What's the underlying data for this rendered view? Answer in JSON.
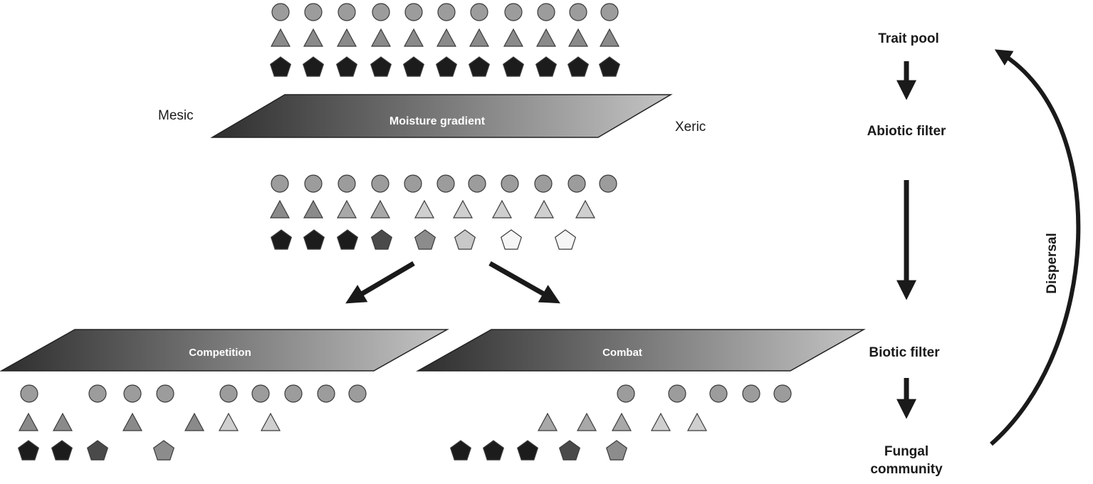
{
  "top_band": {
    "label": "Moisture gradient",
    "left_label": "Mesic",
    "right_label": "Xeric"
  },
  "competition_band": {
    "label": "Competition"
  },
  "combat_band": {
    "label": "Combat"
  },
  "flow": {
    "trait_pool": "Trait pool",
    "abiotic_filter": "Abiotic filter",
    "biotic_filter": "Biotic filter",
    "fungal_community_line1": "Fungal",
    "fungal_community_line2": "community",
    "dispersal": "Dispersal"
  },
  "shape_kinds": [
    "circle-icon",
    "triangle-icon",
    "pentagon-icon"
  ],
  "colors": {
    "band_dark": "#2e2e2e",
    "band_light": "#c4c4c4",
    "arrow": "#1a1a1a",
    "pentagon_black": "#1c1c1c",
    "pentagon_dark": "#4a4a4a",
    "pentagon_mid": "#8c8c8c",
    "pentagon_light": "#c8c8c8",
    "pentagon_white": "#f6f6f6",
    "triangle_dark": "#8a8a8a",
    "triangle_mid": "#a8a8a8",
    "triangle_light": "#cfcfcf",
    "circle": "#9c9c9c"
  }
}
